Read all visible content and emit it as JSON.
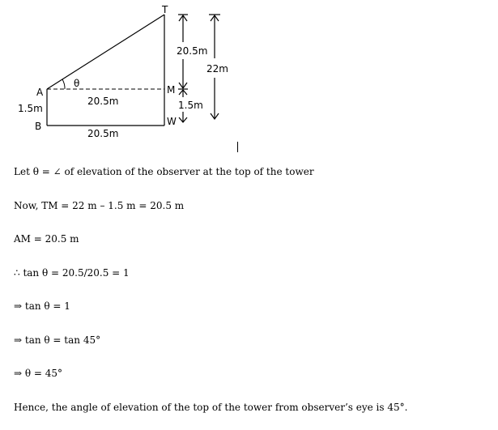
{
  "figure": {
    "point_top": "T",
    "point_a": "A",
    "point_b": "B",
    "point_m": "M",
    "point_w": "W",
    "angle_label": "θ",
    "label_am": "20.5m",
    "label_bw": "20.5m",
    "label_ab": "1.5m",
    "label_tm": "20.5m",
    "label_mw": "1.5m",
    "label_tw": "22m"
  },
  "solution": {
    "lines": [
      "Let θ = ∠ of elevation of the observer at the top of the tower",
      "Now, TM = 22 m – 1.5 m = 20.5 m",
      "AM = 20.5 m",
      "∴ tan θ = 20.5/20.5 = 1",
      "⇒ tan θ = 1",
      "⇒ tan θ = tan 45°",
      "⇒ θ = 45°",
      "Hence, the angle of elevation of the top of the tower from observer’s eye is 45°."
    ]
  }
}
